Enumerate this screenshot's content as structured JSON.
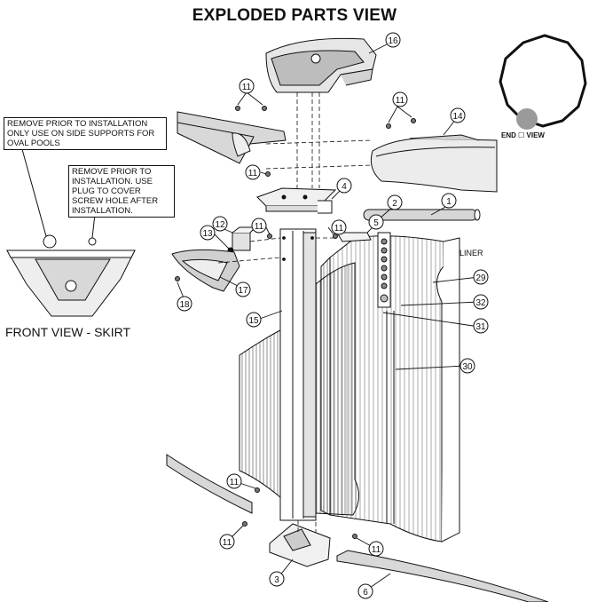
{
  "title": "EXPLODED PARTS VIEW",
  "notes": {
    "side_support": "REMOVE PRIOR TO INSTALLATION ONLY USE ON SIDE SUPPORTS FOR OVAL POOLS",
    "plug": "REMOVE PRIOR TO INSTALLATION. USE PLUG TO COVER SCREW HOLE AFTER INSTALLATION."
  },
  "captions": {
    "front_view": "FRONT VIEW - SKIRT",
    "end_view": "END ☐ VIEW",
    "liner": "LINER"
  },
  "callouts": [
    "16",
    "11",
    "11",
    "14",
    "11",
    "4",
    "2",
    "1",
    "12",
    "11",
    "11",
    "5",
    "13",
    "29",
    "17",
    "32",
    "18",
    "15",
    "31",
    "30",
    "11",
    "11",
    "11",
    "3",
    "6"
  ],
  "colors": {
    "line": "#111111",
    "shade": "#cfcfcf",
    "accent": "#9a9a9a"
  }
}
